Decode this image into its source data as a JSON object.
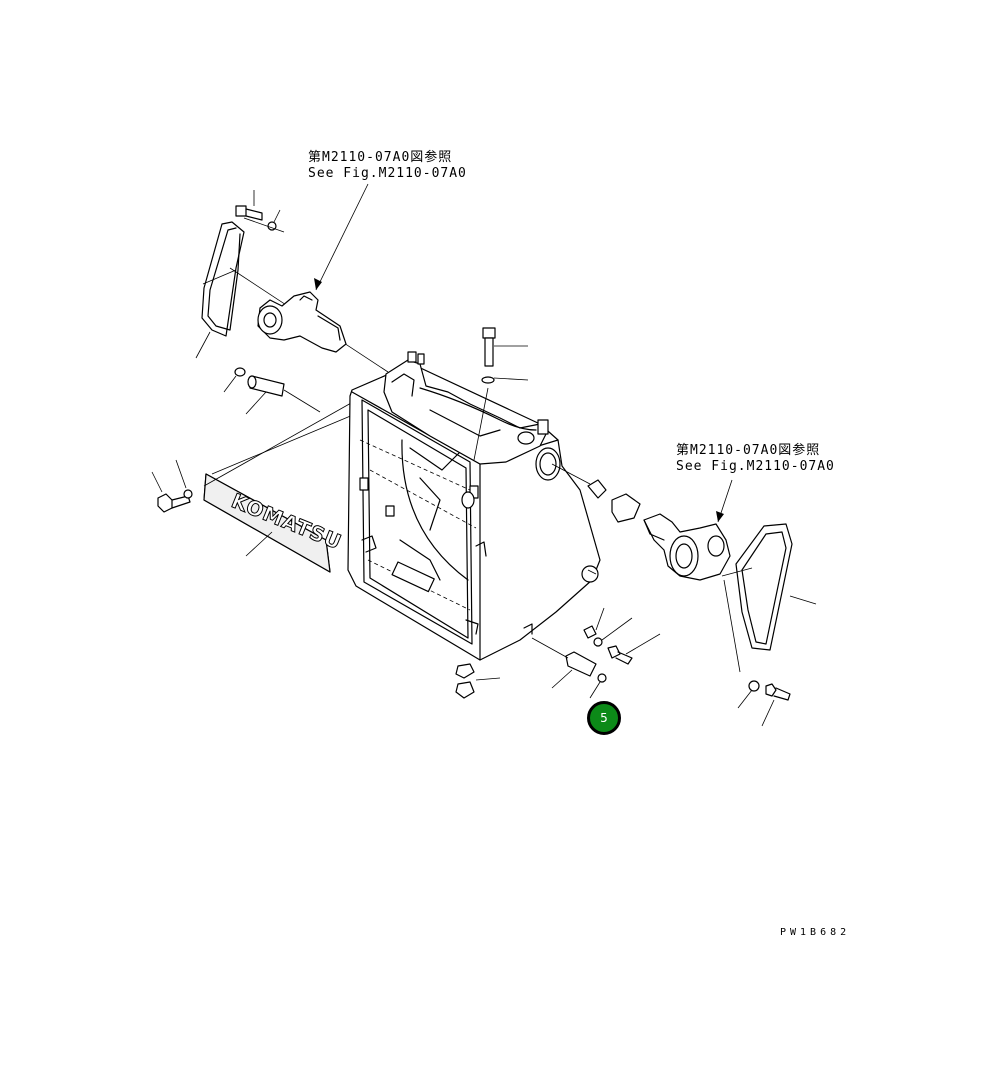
{
  "references": {
    "top": {
      "line_jp": "第M2110-07A0図参照",
      "line_en": "See Fig.M2110-07A0"
    },
    "right": {
      "line_jp": "第M2110-07A0図参照",
      "line_en": "See Fig.M2110-07A0"
    }
  },
  "nameplate_text": "KOMATSU",
  "callout": {
    "label": "5",
    "color": "#0c8a18"
  },
  "drawing_code": "PW1B682"
}
